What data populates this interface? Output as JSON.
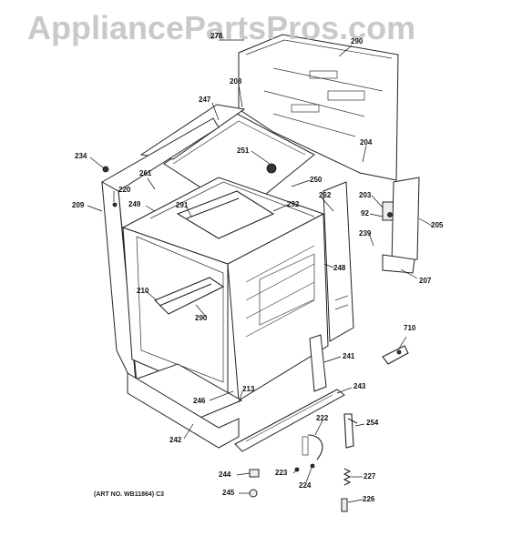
{
  "watermark": "AppliancePartsPros.com",
  "art_number": "(ART NO. WB11864) C3",
  "callouts": {
    "c278": "278",
    "c290_top": "290",
    "c208": "208",
    "c247": "247",
    "c204": "204",
    "c251": "251",
    "c234": "234",
    "c261": "261",
    "c250": "250",
    "c262": "262",
    "c220": "220",
    "c249": "249",
    "c291": "291",
    "c292": "292",
    "c209": "209",
    "c203": "203",
    "c92": "92",
    "c205": "205",
    "c239": "239",
    "c248": "248",
    "c207": "207",
    "c210": "210",
    "c290": "290",
    "c710": "710",
    "c241": "241",
    "c243": "243",
    "c213": "213",
    "c246": "246",
    "c222": "222",
    "c254": "254",
    "c242": "242",
    "c244": "244",
    "c223": "223",
    "c227": "227",
    "c224": "224",
    "c245": "245",
    "c226": "226"
  }
}
